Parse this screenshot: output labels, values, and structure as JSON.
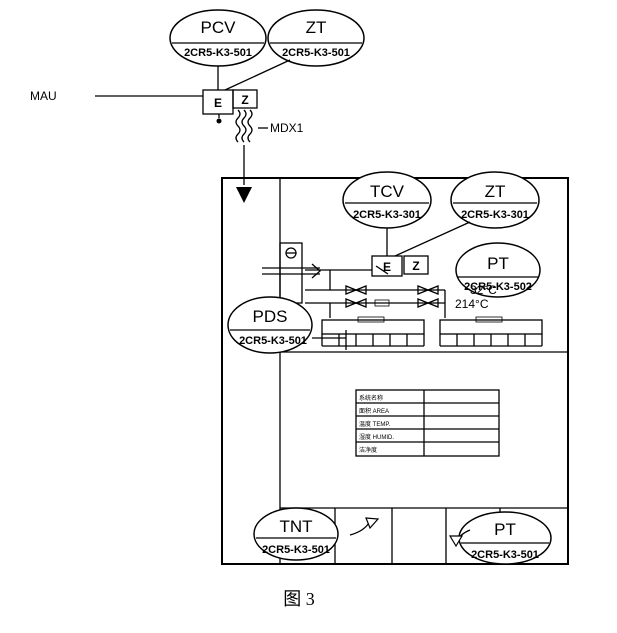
{
  "instruments": {
    "pcv": {
      "name": "PCV",
      "tag": "2CR5-K3-501"
    },
    "zt_top": {
      "name": "ZT",
      "tag": "2CR5-K3-501"
    },
    "tcv": {
      "name": "TCV",
      "tag": "2CR5-K3-301"
    },
    "zt_mid": {
      "name": "ZT",
      "tag": "2CR5-K3-301"
    },
    "pt_mid": {
      "name": "PT",
      "tag": "2CR5-K3-502"
    },
    "pds": {
      "name": "PDS",
      "tag": "2CR5-K3-501"
    },
    "tnt": {
      "name": "TNT",
      "tag": "2CR5-K3-501"
    },
    "pt_bot": {
      "name": "PT",
      "tag": "2CR5-K3-501"
    }
  },
  "labels": {
    "mau": "MAU",
    "mdx": "MDX1",
    "e": "E",
    "z": "Z",
    "e2": "E",
    "z2": "Z",
    "temp1": "32°C",
    "temp2": "214°C"
  },
  "area_table": {
    "rows": [
      "系统名称",
      "面积 AREA",
      "温度 TEMP.",
      "湿度 HUMID.",
      "洁净度"
    ]
  },
  "caption": "图 3"
}
